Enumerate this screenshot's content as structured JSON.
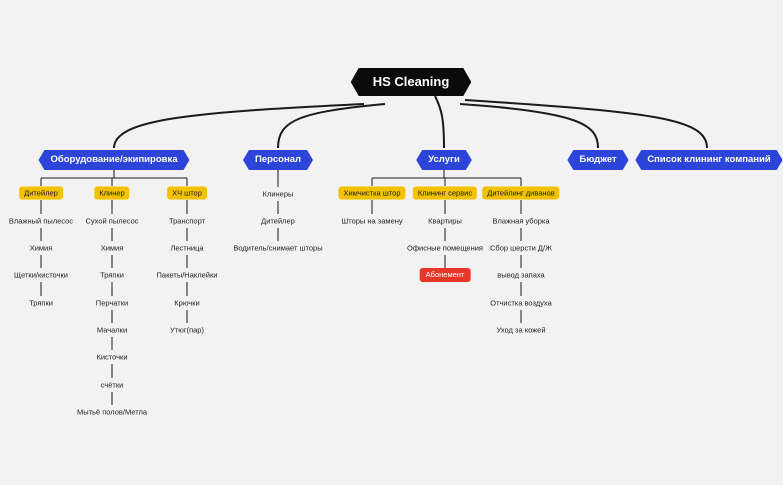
{
  "title": "HS Cleaning",
  "categories": {
    "equipment": "Оборудование/экипировка",
    "staff": "Персонал",
    "services": "Услуги",
    "budget": "Бюджет",
    "companies": "Список клининг компаний"
  },
  "equipment": {
    "detailer": {
      "label": "Дитейлер",
      "items": [
        "Влажный пылесос",
        "Химия",
        "Щетки/кисточки",
        "Тряпки"
      ]
    },
    "cleaner": {
      "label": "Клинер",
      "items": [
        "Сухой пылесос",
        "Химия",
        "Тряпки",
        "Перчатки",
        "Мачалки",
        "Кисточки",
        "счётки",
        "Мытьё полов/Метла"
      ]
    },
    "spare": {
      "label": "ХЧ штор",
      "items": [
        "Транспорт",
        "Лестница",
        "Пакеты/Наклейки",
        "Крючки",
        "Утюг(пар)"
      ]
    }
  },
  "staff": {
    "items": [
      "Клинеры",
      "Дитейлер",
      "Водитель/снимает шторы"
    ]
  },
  "services": {
    "curtains": {
      "label": "Химчистка штор",
      "items": [
        "Шторы на замену"
      ]
    },
    "cleaning": {
      "label": "Клининг сервис",
      "items": [
        "Квартиры",
        "Офисные помещения"
      ],
      "badge": "Абонемент"
    },
    "sofas": {
      "label": "Дитейлинг диванов",
      "items": [
        "Влажная уборка",
        "Сбор шерсти Д/Ж",
        "вывод запаха",
        "Отчистка воздуха",
        "Уход за кожей"
      ]
    }
  },
  "colors": {
    "root": "#0b0b0b",
    "category": "#2d44d8",
    "tag": "#f2c200",
    "badge": "#e8362a",
    "background": "#f2f2f2"
  }
}
